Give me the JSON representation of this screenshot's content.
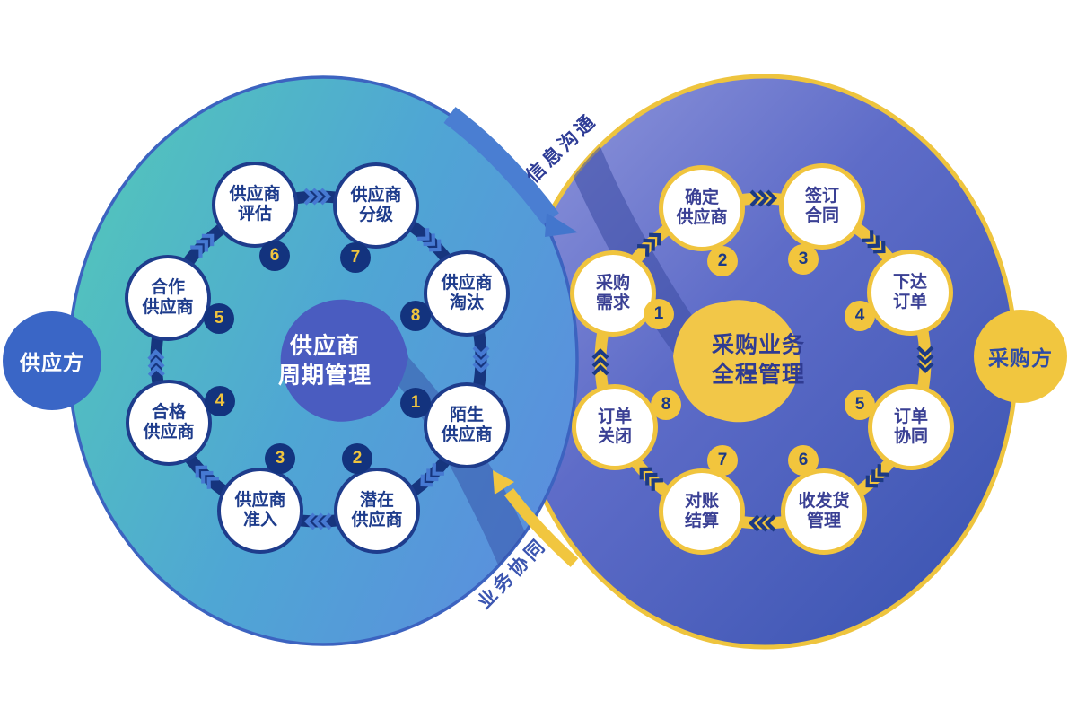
{
  "diagram": {
    "type": "infinity-loop-process-diagram",
    "left_party": {
      "label": "供应方"
    },
    "right_party": {
      "label": "采购方"
    },
    "left_center": {
      "lines": [
        "供应商",
        "周期管理"
      ]
    },
    "right_center": {
      "lines": [
        "采购业务",
        "全程管理"
      ]
    },
    "links": {
      "top": {
        "label": "信息沟通"
      },
      "bottom": {
        "label": "业务协同"
      }
    },
    "left_cycle": {
      "nodes": [
        {
          "num": "1",
          "lines": [
            "陌生",
            "供应商"
          ]
        },
        {
          "num": "2",
          "lines": [
            "潜在",
            "供应商"
          ]
        },
        {
          "num": "3",
          "lines": [
            "供应商",
            "准入"
          ]
        },
        {
          "num": "4",
          "lines": [
            "合格",
            "供应商"
          ]
        },
        {
          "num": "5",
          "lines": [
            "合作",
            "供应商"
          ]
        },
        {
          "num": "6",
          "lines": [
            "供应商",
            "评估"
          ]
        },
        {
          "num": "7",
          "lines": [
            "供应商",
            "分级"
          ]
        },
        {
          "num": "8",
          "lines": [
            "供应商",
            "淘汰"
          ]
        }
      ]
    },
    "right_cycle": {
      "nodes": [
        {
          "num": "1",
          "lines": [
            "采购",
            "需求"
          ]
        },
        {
          "num": "2",
          "lines": [
            "确定",
            "供应商"
          ]
        },
        {
          "num": "3",
          "lines": [
            "签订",
            "合同"
          ]
        },
        {
          "num": "4",
          "lines": [
            "下达",
            "订单"
          ]
        },
        {
          "num": "5",
          "lines": [
            "订单",
            "协同"
          ]
        },
        {
          "num": "6",
          "lines": [
            "收发货",
            "管理"
          ]
        },
        {
          "num": "7",
          "lines": [
            "对账",
            "结算"
          ]
        },
        {
          "num": "8",
          "lines": [
            "订单",
            "关闭"
          ]
        }
      ]
    },
    "colors": {
      "navy": "#1e3c8c",
      "badge_navy": "#13337e",
      "yellow": "#f0c43e",
      "indigo_node_text": "#3a4094",
      "left_teal": "#52c4bc",
      "left_blue": "#5b8ede",
      "right_lavender": "#9298dc",
      "right_deep_blue": "#3c55b2",
      "left_blob": "#4a5cc0",
      "supplier_circle": "#3a66c6",
      "buyer_circle": "#f1c63f",
      "link_blue_arrow": "#4376cd",
      "link_top_text": "#2e3c96",
      "link_bottom_text": "#3b55b0"
    }
  }
}
